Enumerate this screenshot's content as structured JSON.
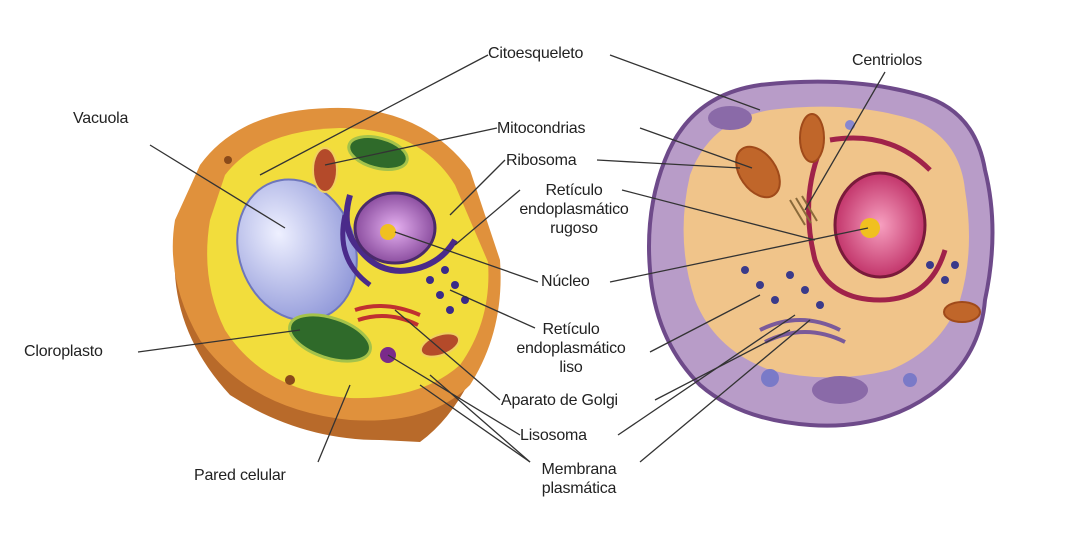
{
  "labels": {
    "citoesqueleto": "Citoesqueleto",
    "centriolos": "Centriolos",
    "vacuola": "Vacuola",
    "mitocondrias": "Mitocondrias",
    "ribosoma": "Ribosoma",
    "reticulo_rugoso_1": "Retículo",
    "reticulo_rugoso_2": "endoplasmático",
    "reticulo_rugoso_3": "rugoso",
    "nucleo": "Núcleo",
    "cloroplasto": "Cloroplasto",
    "reticulo_liso_1": "Retículo",
    "reticulo_liso_2": "endoplasmático",
    "reticulo_liso_3": "liso",
    "aparato_golgi": "Aparato de Golgi",
    "lisosoma": "Lisosoma",
    "pared_celular": "Pared celular",
    "membrana_1": "Membrana",
    "membrana_2": "plasmática"
  },
  "colors": {
    "cell_wall": "#d98a3a",
    "cytoplasm_plant": "#f3df3a",
    "vacuole": "#b9bfe8",
    "chloroplast": "#2f6a2a",
    "nucleus": "#9a4fa8",
    "animal_membrane": "#8f6aa0",
    "animal_cytoplasm": "#f0c48a",
    "animal_nucleus": "#d23a6a",
    "leader_line": "#333333"
  }
}
